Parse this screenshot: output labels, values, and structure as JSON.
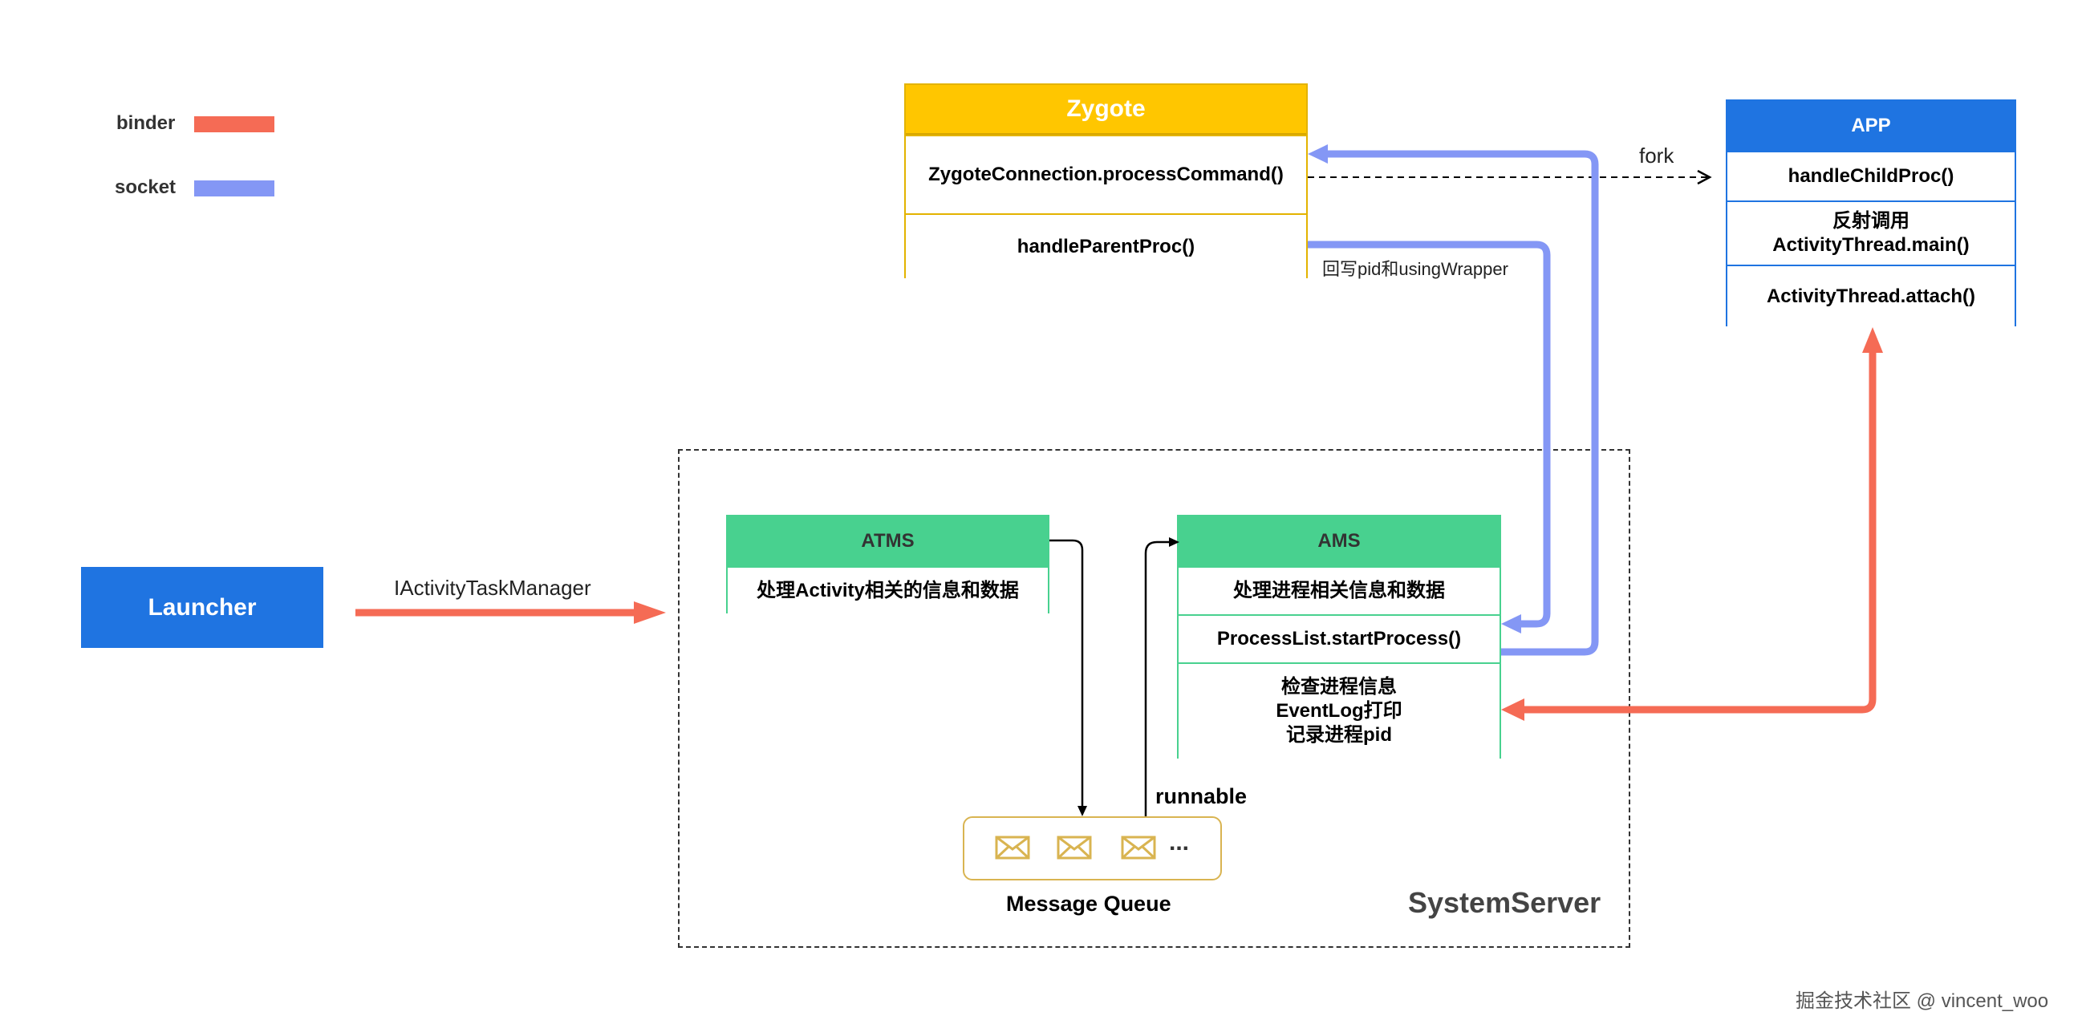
{
  "legend": {
    "binder_label": "binder",
    "socket_label": "socket",
    "binder_color": "#f56b55",
    "socket_color": "#8497f5"
  },
  "zygote": {
    "title": "Zygote",
    "rows": [
      "ZygoteConnection.processCommand()",
      "handleParentProc()"
    ]
  },
  "app": {
    "title": "APP",
    "rows": [
      "handleChildProc()",
      "反射调用",
      "ActivityThread.main()",
      "ActivityThread.attach()"
    ]
  },
  "atms": {
    "title": "ATMS",
    "rows": [
      "处理Activity相关的信息和数据"
    ]
  },
  "ams": {
    "title": "AMS",
    "rows": [
      "处理进程相关信息和数据",
      "ProcessList.startProcess()",
      "检查进程信息",
      "EventLog打印",
      "记录进程pid"
    ]
  },
  "launcher": {
    "label": "Launcher"
  },
  "edges": {
    "fork": "fork",
    "writeback": "回写pid和usingWrapper",
    "iatm": "IActivityTaskManager",
    "runnable": "runnable"
  },
  "message_queue": {
    "label": "Message Queue",
    "more": "..."
  },
  "system_server": {
    "label": "SystemServer"
  },
  "watermark": "掘金技术社区 @ vincent_woo",
  "colors": {
    "zygote": "#ffc600",
    "app": "#1f74e1",
    "green": "#48d18f",
    "launcher": "#1f74e1",
    "envelope": "#d9b451"
  }
}
